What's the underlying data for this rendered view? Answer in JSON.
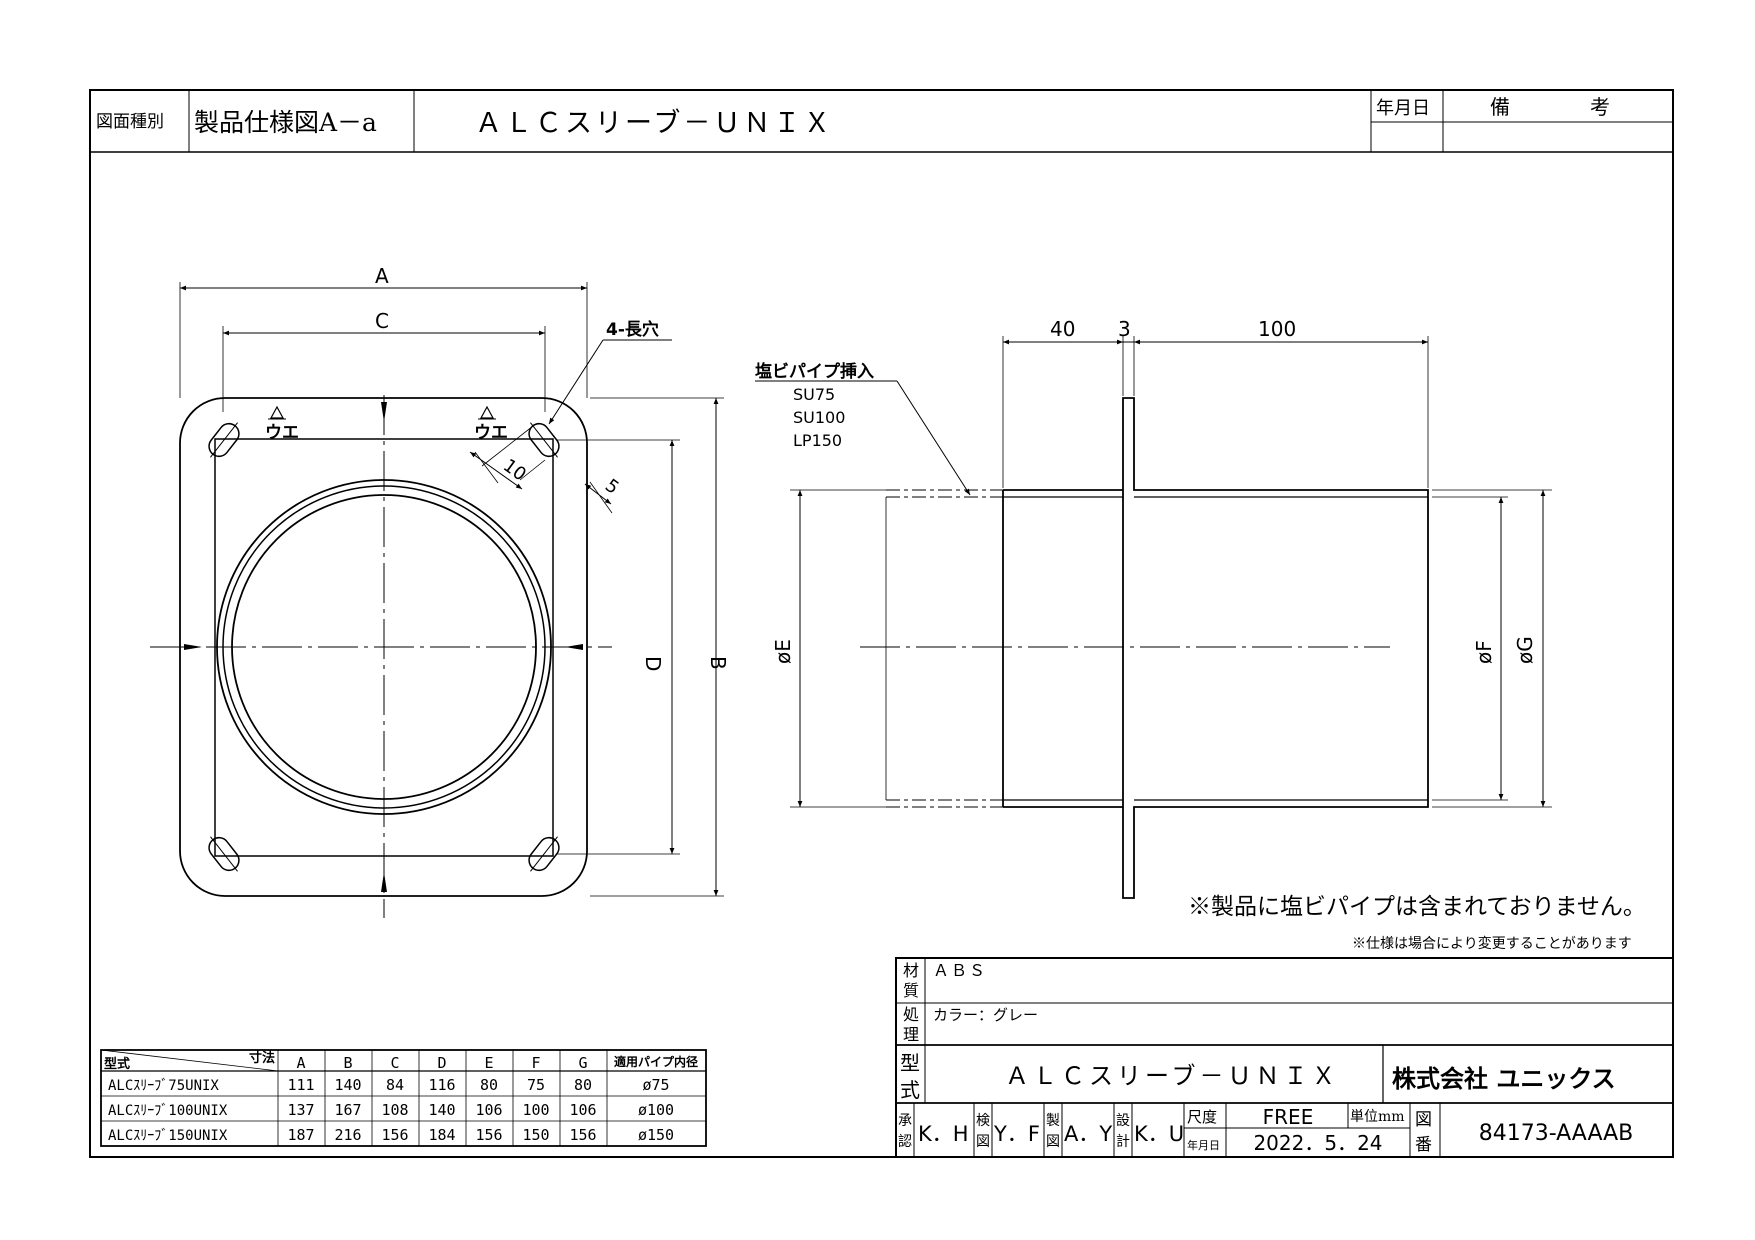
{
  "title_block": {
    "drawing_type_label": "図面種別",
    "drawing_type": "製品仕様図A－a",
    "title": "ＡＬＣスリーブ－ＵＮＩＸ",
    "date_label": "年月日",
    "remarks_label": "備　　　　考"
  },
  "front_view": {
    "dim_a": "A",
    "dim_c": "C",
    "dim_b": "B",
    "dim_d": "D",
    "slot_label": "4-長穴",
    "slot_w": "10",
    "slot_h": "5",
    "mark_top": "ウエ"
  },
  "side_view": {
    "dim_40": "40",
    "dim_3": "3",
    "dim_100": "100",
    "pipe_label": "塩ビパイプ挿入",
    "pipe_types": [
      "SU75",
      "SU100",
      "LP150"
    ],
    "dim_e": "øE",
    "dim_f": "øF",
    "dim_g": "øG"
  },
  "notes": {
    "pipe_excluded": "※製品に塩ビパイプは含まれておりません。",
    "spec_change": "※仕様は場合により変更することがあります"
  },
  "spec_table": {
    "model_header": "型式",
    "size_header": "寸法",
    "columns": [
      "A",
      "B",
      "C",
      "D",
      "E",
      "F",
      "G"
    ],
    "pipe_header": "適用パイプ内径",
    "rows": [
      {
        "model": "ALCｽﾘｰﾌﾞ75UNIX",
        "values": [
          "111",
          "140",
          "84",
          "116",
          "80",
          "75",
          "80"
        ],
        "pipe": "ø75"
      },
      {
        "model": "ALCｽﾘｰﾌﾞ100UNIX",
        "values": [
          "137",
          "167",
          "108",
          "140",
          "106",
          "100",
          "106"
        ],
        "pipe": "ø100"
      },
      {
        "model": "ALCｽﾘｰﾌﾞ150UNIX",
        "values": [
          "187",
          "216",
          "156",
          "184",
          "156",
          "150",
          "156"
        ],
        "pipe": "ø150"
      }
    ]
  },
  "info_block": {
    "material_label_1": "材",
    "material_label_2": "質",
    "material": "ＡＢＳ",
    "finish_label_1": "処",
    "finish_label_2": "理",
    "finish": "カラー：グレー",
    "model_label_1": "型",
    "model_label_2": "式",
    "model": "ＡＬＣスリーブ－ＵＮＩＸ",
    "company": "株式会社 ユニックス",
    "approved_label_1": "承",
    "approved_label_2": "認",
    "approved": "K．H",
    "checked_label_1": "検",
    "checked_label_2": "図",
    "checked": "Y．F",
    "drawn_label_1": "製",
    "drawn_label_2": "図",
    "drawn": "A．Y",
    "designed_label_1": "設",
    "designed_label_2": "計",
    "designed": "K．U",
    "scale_label": "尺度",
    "scale": "FREE",
    "date_label": "年月日",
    "date": "2022．5．24",
    "unit_label": "単位mm",
    "drawing_no_label_1": "図",
    "drawing_no_label_2": "番",
    "drawing_no": "84173-AAAAB"
  }
}
